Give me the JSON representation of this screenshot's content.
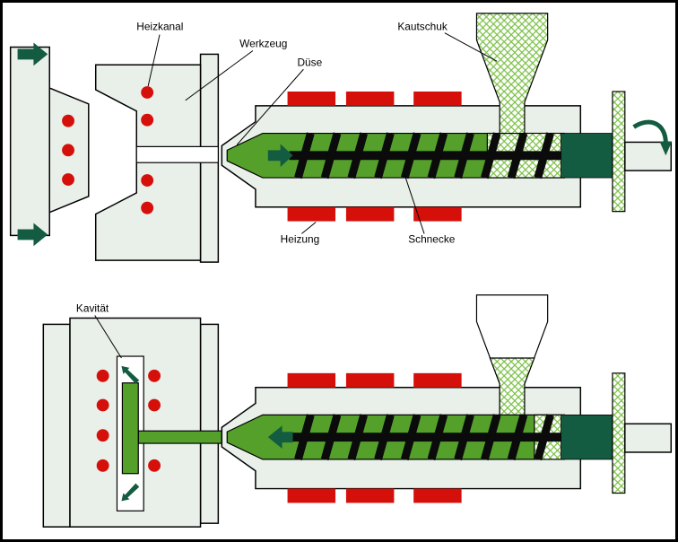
{
  "diagram": {
    "labels": {
      "heizkanal": "Heizkanal",
      "werkzeug": "Werkzeug",
      "duese": "Düse",
      "kautschuk": "Kautschuk",
      "heizung": "Heizung",
      "schnecke": "Schnecke",
      "kavitaet": "Kavität"
    }
  },
  "colors": {
    "machine_body": "#e9efe9",
    "heater_red": "#d50f0a",
    "melt_green": "#55a02b",
    "dark_green": "#145c41",
    "hatch_green": "#79bf44",
    "background": "#ffffff",
    "outline": "#000000"
  }
}
